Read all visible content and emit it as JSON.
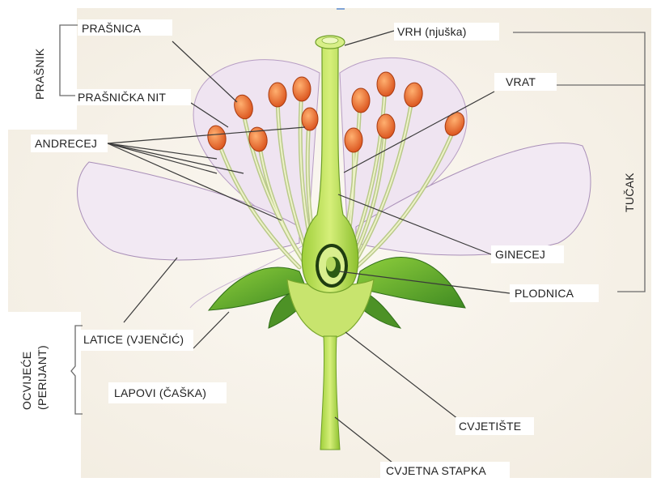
{
  "labels": {
    "prasnica": "PRAŠNICA",
    "prasnicka_nit": "PRAŠNIČKA NIT",
    "prasnik": "PRAŠNIK",
    "andrecej": "ANDRECEJ",
    "vrh": "VRH (njuška)",
    "vrat": "VRAT",
    "tucak": "TUČAK",
    "ginecej": "GINECEJ",
    "plodnica": "PLODNICA",
    "latice": "LATICE (VJENČIĆ)",
    "lapovi": "LAPOVI (ČAŠKA)",
    "ocvijece_1": "OCVIJEĆE",
    "ocvijece_2": "(PERIJANT)",
    "cvjetiste": "CVJETIŠTE",
    "cvjetna_stapka": "CVJETNA STAPKA"
  },
  "colors": {
    "petal": "#efe6f3",
    "petal_edge": "#a98fb8",
    "green_light": "#c4e46a",
    "green_dark": "#5a9a2a",
    "anther": "#e86a1e",
    "filament": "#dde6a8",
    "background": "#f7f2ea"
  }
}
